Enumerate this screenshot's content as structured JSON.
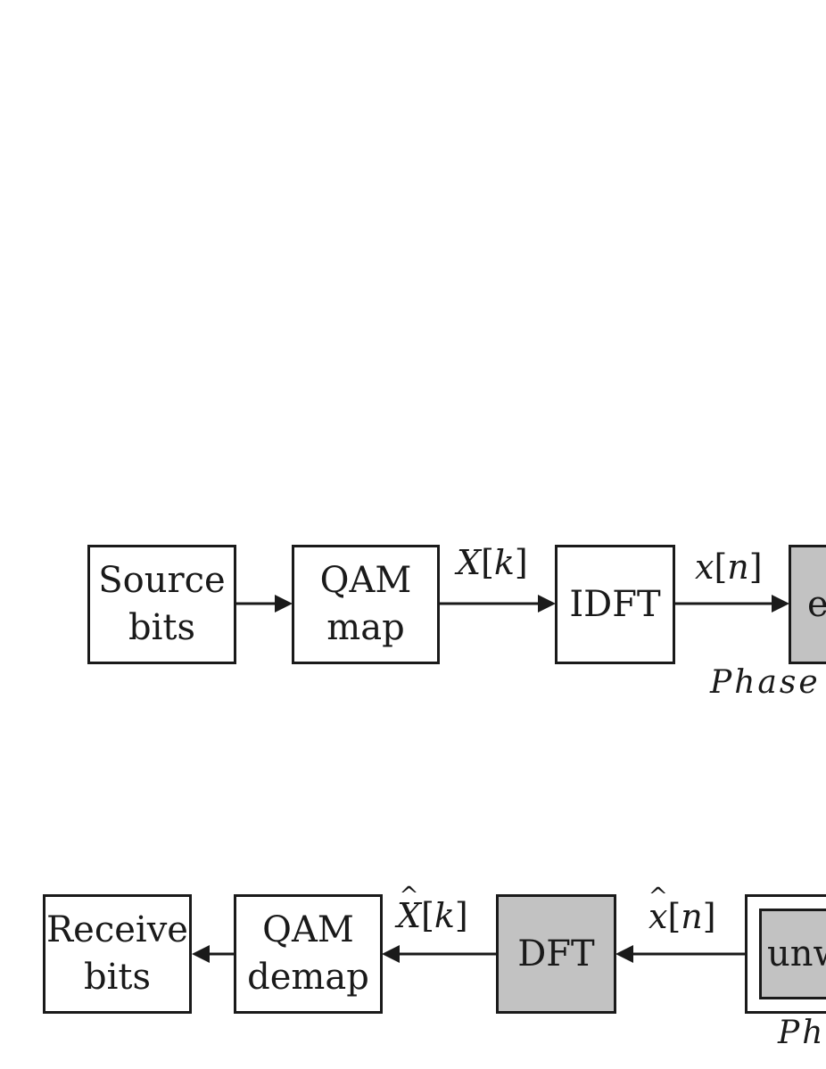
{
  "transmitter": {
    "source_bits": {
      "line1": "Source",
      "line2": "bits"
    },
    "qam_map": {
      "line1": "QAM",
      "line2": "map"
    },
    "idft": {
      "label": "IDFT"
    },
    "encode_block_partial": {
      "label": "e"
    },
    "signal_Xk": {
      "var": "X",
      "index": "k"
    },
    "signal_xn": {
      "var": "x",
      "index": "n"
    },
    "phase_label_partial": "Phase"
  },
  "receiver": {
    "receive_bits": {
      "line1": "Receive",
      "line2": "bits"
    },
    "qam_demap": {
      "line1": "QAM",
      "line2": "demap"
    },
    "dft": {
      "label": "DFT"
    },
    "unwrap_block_partial": {
      "label": "unw"
    },
    "signal_Xhat_k": {
      "var": "X",
      "index": "k"
    },
    "signal_xhat_n": {
      "var": "x",
      "index": "n"
    },
    "phase_label_partial": "Ph"
  },
  "colors": {
    "stroke": "#1a1a1a",
    "block_fill": "#ffffff",
    "shaded_fill": "#c2c2c2"
  }
}
